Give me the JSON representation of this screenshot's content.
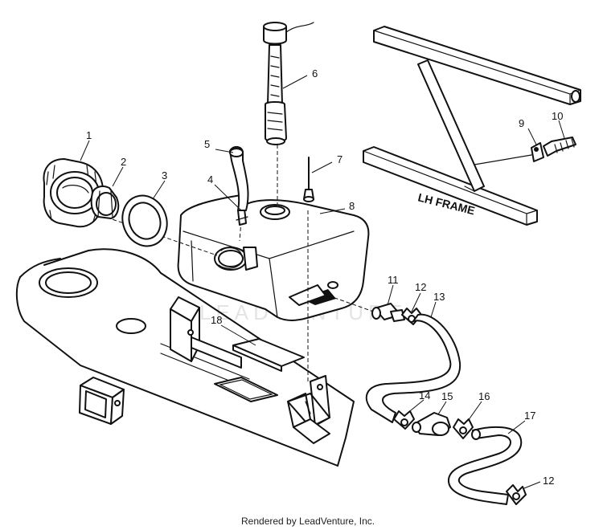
{
  "diagram": {
    "frame_label": "LH FRAME",
    "footer": "Rendered by LeadVenture, Inc.",
    "watermark": "LEADVENTURE",
    "callouts": {
      "c1": "1",
      "c2": "2",
      "c3": "3",
      "c4": "4",
      "c5": "5",
      "c6": "6",
      "c7": "7",
      "c8": "8",
      "c9": "9",
      "c10": "10",
      "c11": "11",
      "c12a": "12",
      "c13": "13",
      "c14": "14",
      "c15": "15",
      "c16": "16",
      "c17": "17",
      "c12b": "12",
      "c18": "18"
    }
  }
}
